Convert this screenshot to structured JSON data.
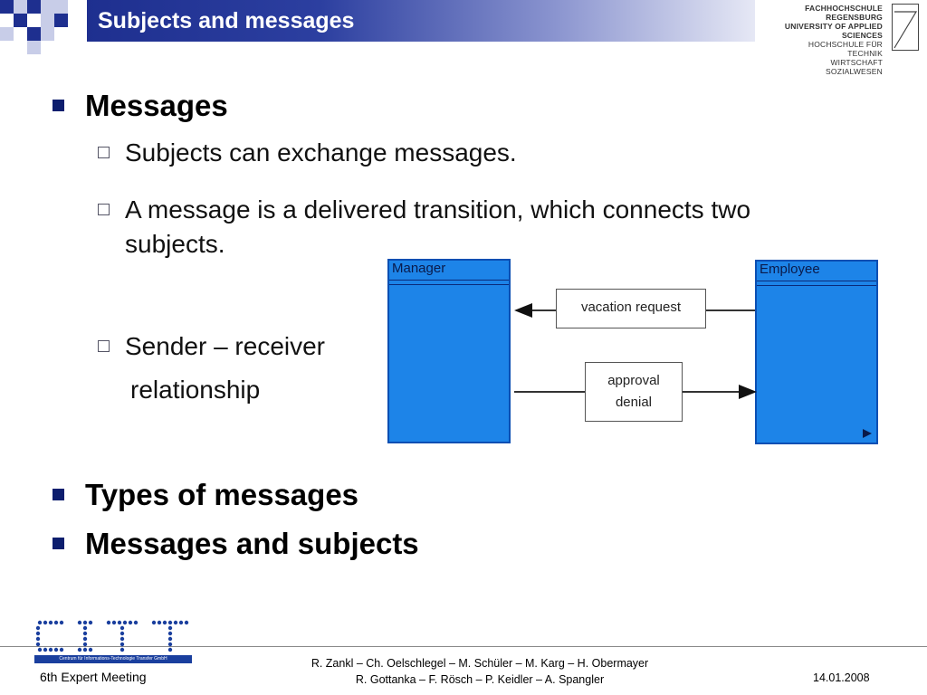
{
  "header": {
    "title": "Subjects and messages",
    "university_lines": [
      "FACHHOCHSCHULE REGENSBURG",
      "UNIVERSITY OF APPLIED SCIENCES",
      "HOCHSCHULE FÜR",
      "TECHNIK",
      "WIRTSCHAFT",
      "SOZIALWESEN"
    ]
  },
  "content": {
    "bullet_messages": "Messages",
    "sub_exchange": "Subjects can exchange messages.",
    "sub_transition_line1": "A message is a delivered transition, which connects two",
    "sub_transition_line2": "subjects.",
    "sub_sender_line1": "Sender – receiver",
    "sub_sender_line2": "relationship",
    "bullet_types": "Types of messages",
    "bullet_messages_subjects": "Messages and subjects"
  },
  "diagram": {
    "subject_left": "Manager",
    "subject_right": "Employee",
    "message_1": "vacation request",
    "message_2_line1": "approval",
    "message_2_line2": "denial"
  },
  "footer": {
    "meeting": "6th Expert Meeting",
    "authors_line1": "R. Zankl – Ch. Oelschlegel – M. Schüler – M. Karg – H. Obermayer",
    "authors_line2": "R. Gottanka – F. Rösch – P. Keidler – A. Spangler",
    "date": "14.01.2008",
    "logo_caption": "Centrum für Informations-Technologie Transfer GmbH"
  },
  "colors": {
    "header_blue": "#1e2f8f",
    "subject_blue": "#1d84e8",
    "bullet_navy": "#0d1e6e"
  }
}
